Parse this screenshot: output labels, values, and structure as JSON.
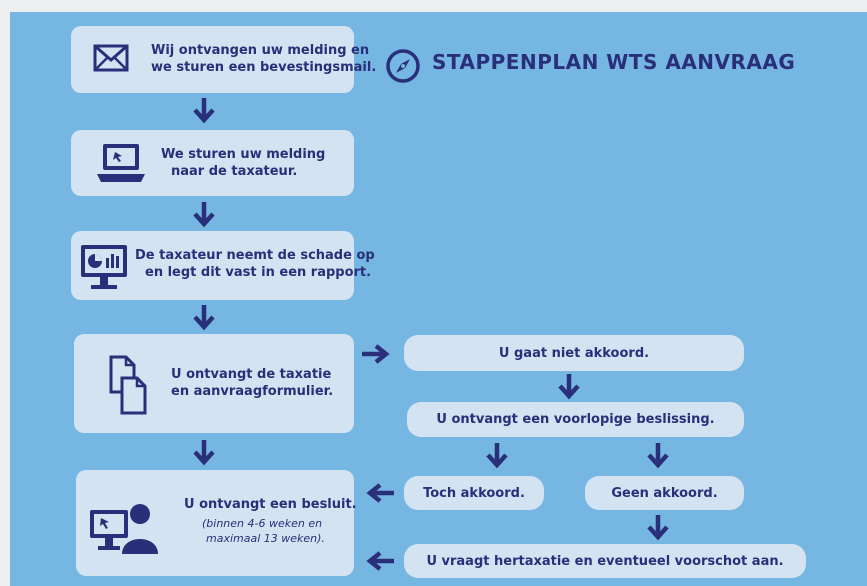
{
  "title": "STAPPENPLAN WTS AANVRAAG",
  "steps": {
    "s1": {
      "line1": "Wij ontvangen uw melding en",
      "line2": "we sturen een bevestingsmail."
    },
    "s2": {
      "line1": "We sturen uw melding",
      "line2": "naar de taxateur."
    },
    "s3": {
      "line1": "De taxateur neemt de schade op",
      "line2": "en legt dit vast in een rapport."
    },
    "s4": {
      "line1": "U ontvangt de taxatie",
      "line2": "en aanvraagformulier."
    },
    "s5": {
      "line1": "U ontvangt een besluit.",
      "note1": "(binnen 4-6 weken en",
      "note2": "maximaal 13 weken)."
    }
  },
  "branch": {
    "b1": "U gaat niet akkoord.",
    "b2": "U ontvangt een voorlopige beslissing.",
    "b3": "Toch akkoord.",
    "b4": "Geen akkoord.",
    "b5": "U vraagt hertaxatie en eventueel voorschot aan."
  },
  "colors": {
    "background": "#76b6e3",
    "box": "#d3e3f2",
    "ink": "#2a2f7a"
  },
  "icons": [
    "envelope-icon",
    "laptop-icon",
    "monitor-chart-icon",
    "documents-icon",
    "user-monitor-icon",
    "compass-icon"
  ]
}
